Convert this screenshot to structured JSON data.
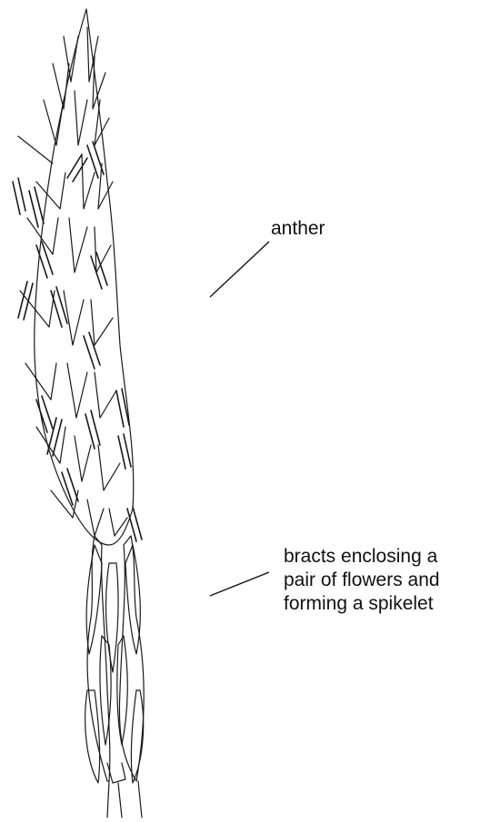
{
  "labels": {
    "anther": "anther",
    "bracts": {
      "line1": "bracts enclosing a",
      "line2": "pair of flowers and",
      "line3": "forming a spikelet"
    }
  }
}
